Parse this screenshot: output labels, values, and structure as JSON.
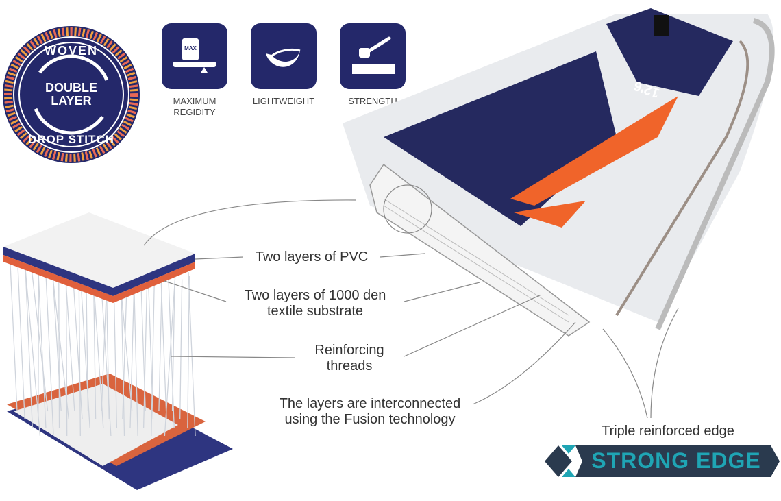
{
  "badge": {
    "top": "WOVEN",
    "middle_line1": "DOUBLE",
    "middle_line2": "LAYER",
    "bottom": "DROP STITCH"
  },
  "features": [
    {
      "icon": "weight-max-icon",
      "icon_text": "MAX",
      "label_line1": "MAXIMUM",
      "label_line2": "REGIDITY"
    },
    {
      "icon": "feather-icon",
      "label_line1": "LIGHTWEIGHT"
    },
    {
      "icon": "hammer-icon",
      "label_line1": "STRENGTH"
    }
  ],
  "callouts": {
    "pvc": "Two layers of PVC",
    "textile_line1": "Two layers of 1000 den",
    "textile_line2": "textile substrate",
    "threads_line1": "Reinforcing",
    "threads_line2": "threads",
    "fusion_line1": "The layers are interconnected",
    "fusion_line2": "using the Fusion technology",
    "edge": "Triple reinforced edge"
  },
  "board": {
    "size_mark": "12'6"
  },
  "logo": {
    "text": "STRONG EDGE"
  },
  "colors": {
    "navy": "#24286a",
    "orange": "#f0642a",
    "teal": "#1fa5b4",
    "dark": "#2a3a4e"
  }
}
